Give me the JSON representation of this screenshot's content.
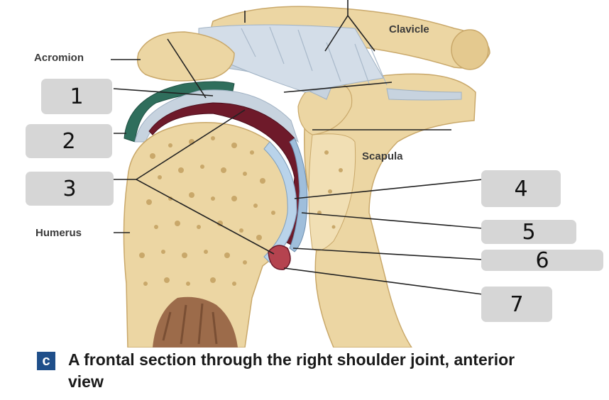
{
  "labels": {
    "acromion": "Acromion",
    "clavicle": "Clavicle",
    "scapula": "Scapula",
    "humerus": "Humerus"
  },
  "answer_boxes": [
    "1",
    "2",
    "3",
    "4",
    "5",
    "6",
    "7"
  ],
  "caption": {
    "badge": "c",
    "text": "A frontal section through the right shoulder joint, anterior view"
  },
  "colors": {
    "bone": "#ecd6a3",
    "bone_dark": "#c9a86a",
    "ligament": "#c7d3df",
    "cartilage": "#b9d3ea",
    "synovial_membrane": "#6e1a2a",
    "bursa": "#2f6e5c",
    "box": "#d6d6d6",
    "badge": "#1f4f8a"
  }
}
